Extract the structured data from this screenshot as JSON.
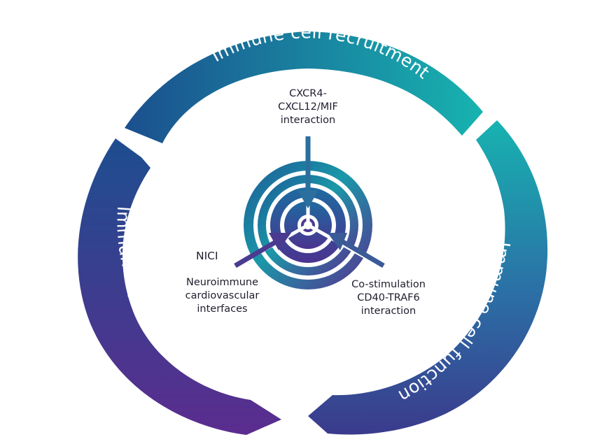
{
  "cycle": {
    "segments": [
      {
        "label": "Immune cell recruitment"
      },
      {
        "label": "Immune cell function"
      },
      {
        "label": "Immune system control"
      }
    ]
  },
  "center": {
    "inputs": [
      {
        "label": "CXCR4-\nCXCL12/MIF\ninteraction"
      },
      {
        "short": "NICI",
        "label": "Neuroimmune\ncardiovascular\ninterfaces"
      },
      {
        "label": "Co-stimulation\nCD40-TRAF6\ninteraction"
      }
    ]
  },
  "colors": {
    "navy": "#1b4f8e",
    "teal": "#17b3b0",
    "purple": "#5b2c8f",
    "arrow": "#3a3f8f"
  }
}
